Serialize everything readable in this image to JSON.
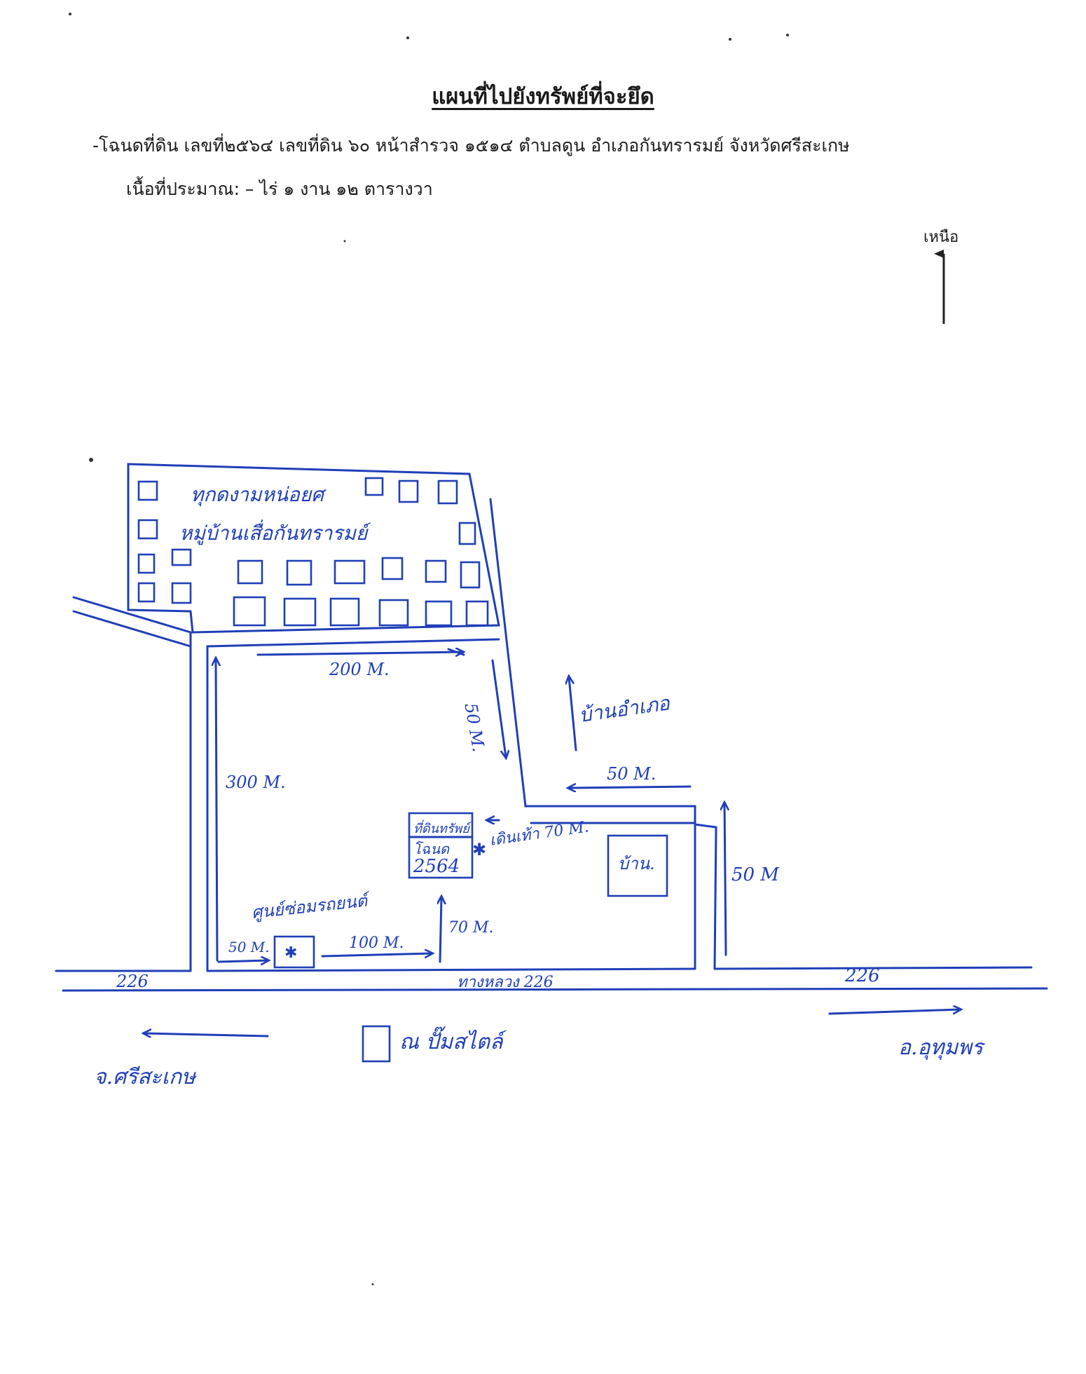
{
  "document": {
    "title": "แผนที่ไปยังทรัพย์ที่จะยึด",
    "deed_line": "-โฉนดที่ดิน เลขที่๒๕๖๔ เลขที่ดิน ๖๐ หน้าสำรวจ ๑๕๑๔ ตำบลดูน อำเภอกันทรารมย์ จังหวัดศรีสะเกษ",
    "area_line": "เนื้อที่ประมาณ: – ไร่ ๑ งาน ๑๒ ตารางวา",
    "north_label": "เหนือ"
  },
  "map": {
    "housing_label_1": "ทุกดงามหน่อยศ",
    "housing_label_2": "หมู่บ้านเสื่อกันทรารมย์",
    "dist_200m": "200 M.",
    "dist_50m_a": "50 M.",
    "village_label": "บ้านอำเภอ",
    "dist_50m_b": "50 M.",
    "dist_300m": "300 M.",
    "property_label_1": "ที่ดินทรัพย์",
    "property_label_2": "โฉนด",
    "property_number": "2564",
    "walk_note": "เดินเท้า 70 M.",
    "house_label": "บ้าน.",
    "dist_50m_c": "50 M",
    "shop_label": "ศูนย์ซ่อมรถยนต์",
    "dist_50m_d": "50 M.",
    "dist_100m": "100 M.",
    "dist_70m": "70 M.",
    "road_226_left": "226",
    "road_226_center": "ทางหลวง 226",
    "road_226_right": "226",
    "left_destination": "จ.ศรีสะเกษ",
    "right_destination": "อ.อุทุมพร",
    "landmark_label": "ณ ปั๊มสไตล์"
  }
}
